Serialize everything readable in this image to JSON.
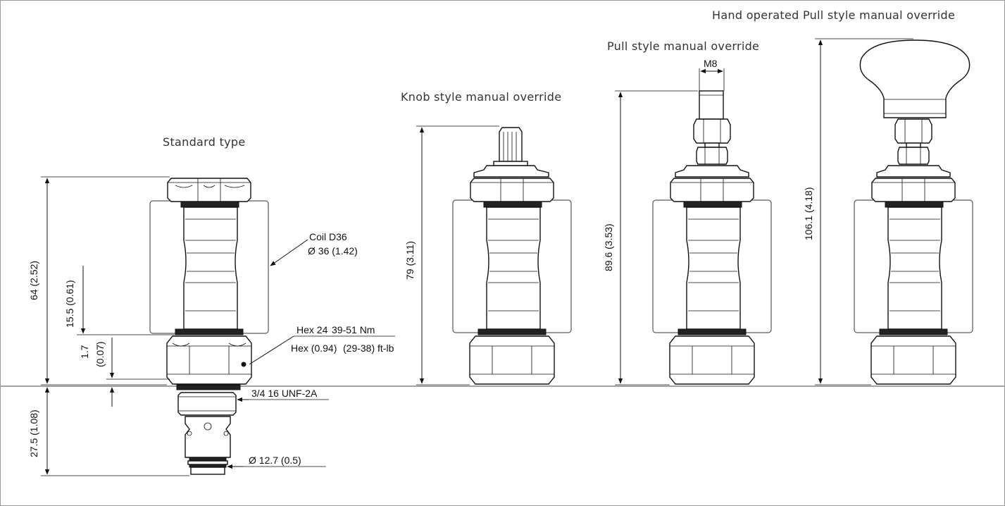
{
  "views": {
    "standard": {
      "title": "Standard type"
    },
    "knob": {
      "title": "Knob style manual override"
    },
    "pull": {
      "title": "Pull style manual override"
    },
    "hand": {
      "title": "Hand operated Pull style manual override"
    }
  },
  "dimensions": {
    "height_64": "64 (2.52)",
    "height_15_5": "15.5 (0.61)",
    "gap_1_7": "1.7",
    "gap_0_07": "(0.07)",
    "height_27_5": "27.5 (1.08)",
    "height_79": "79 (3.11)",
    "height_89_6": "89.6 (3.53)",
    "height_106_1": "106.1 (4.18)",
    "thread_m8": "M8"
  },
  "annotations": {
    "coil_name": "Coil D36",
    "coil_diameter": "Ø 36 (1.42)",
    "hex_size": "Hex 24",
    "hex_size_inch": "Hex (0.94)",
    "torque_nm": "39-51 Nm",
    "torque_ftlb": "(29-38) ft-lb",
    "thread_spec": "3/4 16 UNF-2A",
    "spool_diameter": "Ø 12.7 (0.5)"
  }
}
